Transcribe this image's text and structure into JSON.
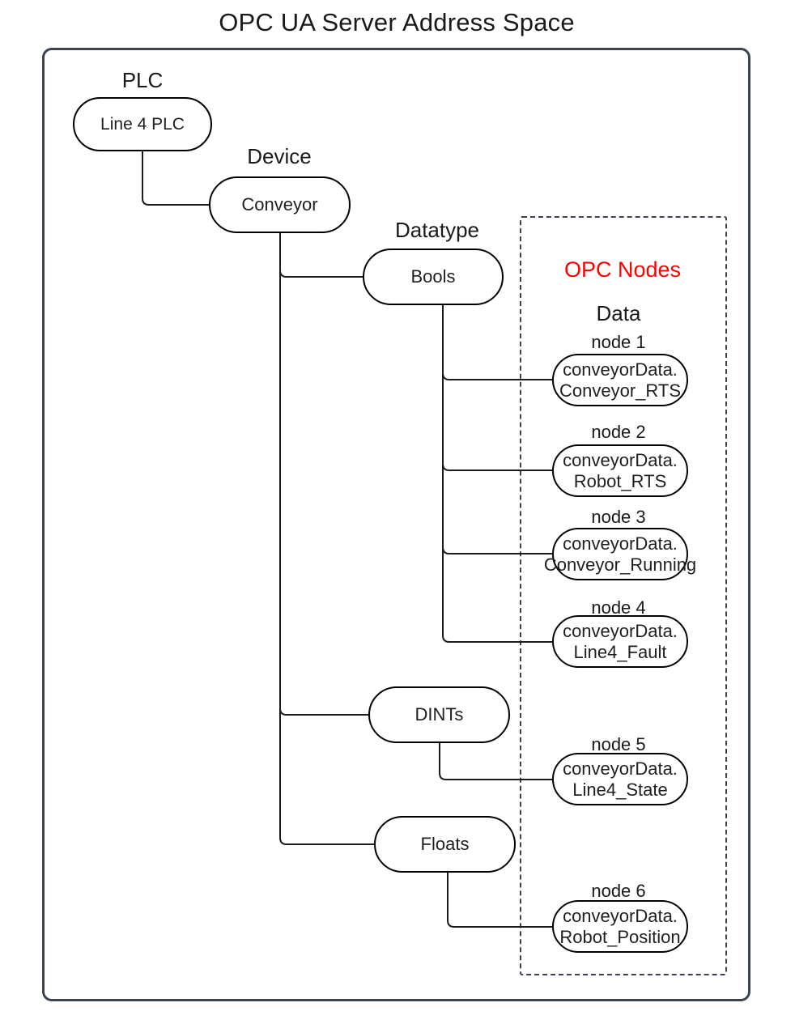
{
  "title": "OPC UA Server Address Space",
  "colors": {
    "red": "#ff0000",
    "frame": "#3a434e",
    "line": "#1c1c1c"
  },
  "tree": {
    "plc_label": "PLC",
    "plc_node": "Line 4 PLC",
    "device_label": "Device",
    "device_node": "Conveyor",
    "datatype_label": "Datatype",
    "bools": "Bools",
    "dints": "DINTs",
    "floats": "Floats"
  },
  "opc": {
    "title": "OPC Nodes",
    "subtitle": "Data",
    "nodes": [
      {
        "id": "node 1",
        "line1": "conveyorData.",
        "line2": "Conveyor_RTS"
      },
      {
        "id": "node 2",
        "line1": "conveyorData.",
        "line2": "Robot_RTS"
      },
      {
        "id": "node 3",
        "line1": "conveyorData.",
        "line2": "Conveyor_Running"
      },
      {
        "id": "node 4",
        "line1": "conveyorData.",
        "line2": "Line4_Fault"
      },
      {
        "id": "node 5",
        "line1": "conveyorData.",
        "line2": "Line4_State"
      },
      {
        "id": "node 6",
        "line1": "conveyorData.",
        "line2": "Robot_Position"
      }
    ]
  }
}
